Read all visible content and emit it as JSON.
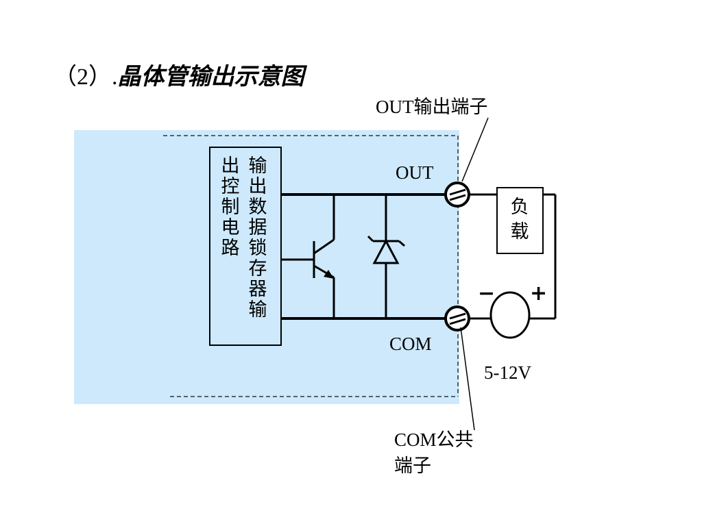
{
  "title": {
    "number": "（2）.",
    "text": "晶体管输出示意图"
  },
  "labels": {
    "out_terminal_callout": "OUT输出端子",
    "out": "OUT",
    "com": "COM",
    "voltage": "5-12V",
    "com_terminal_callout_line1": "COM公共",
    "com_terminal_callout_line2": "端子",
    "minus": "−",
    "plus": "+"
  },
  "latch_block": {
    "column_right": "输出数据锁存器输",
    "column_left": "出控制电路"
  },
  "load": "负载",
  "colors": {
    "module_fill": "#cde9fb",
    "line": "#000000",
    "dashed": "#333333"
  }
}
